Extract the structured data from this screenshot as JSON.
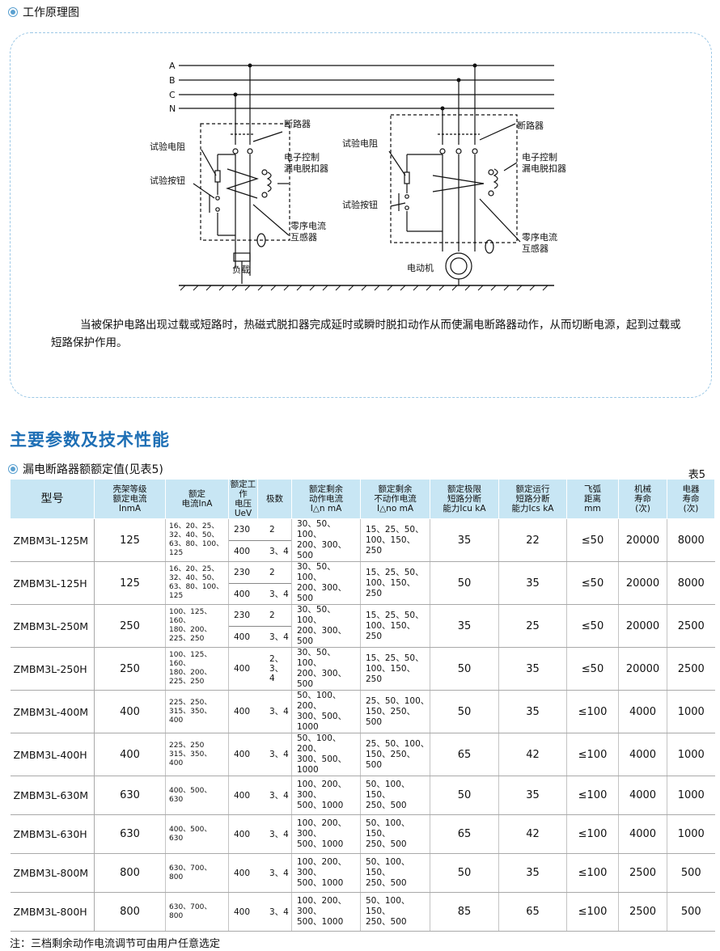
{
  "section1": {
    "title": "工作原理图"
  },
  "diagram": {
    "phases": [
      "A",
      "B",
      "C",
      "N"
    ],
    "left": {
      "breaker": "断路器",
      "test_resistor": "试验电阻",
      "test_button": "试验按钮",
      "release_line1": "电子控制",
      "release_line2": "漏电脱扣器",
      "ct_line1": "零序电流",
      "ct_line2": "互感器",
      "load": "负载"
    },
    "right": {
      "breaker": "断路器",
      "test_resistor": "试验电阻",
      "test_button": "试验按钮",
      "release_line1": "电子控制",
      "release_line2": "漏电脱扣器",
      "ct_line1": "零序电流",
      "ct_line2": "互感器",
      "motor": "电动机"
    }
  },
  "description": "当被保护电路出现过载或短路时，热磁式脱扣器完成延时或瞬时脱扣动作从而使漏电断路器动作，从而切断电源，起到过载或短路保护作用。",
  "main_title": "主要参数及技术性能",
  "table_section": {
    "title": "漏电断路器额额定值(见表5)",
    "label": "表5"
  },
  "headers": [
    "型号",
    "壳架等级\n额定电流\nInmA",
    "额定\n电流InA",
    "额定工作\n电压UeV",
    "极数",
    "额定剩余\n动作电流\nI△n mA",
    "额定剩余\n不动作电流\nI△no mA",
    "额定极限\n短路分断\n能力Icu kA",
    "额定运行\n短路分断\n能力Ics kA",
    "飞弧\n距离\nmm",
    "机械\n寿命\n(次)",
    "电器\n寿命\n(次)"
  ],
  "rows": [
    {
      "model": "ZMBM3L-125M",
      "frame": "125",
      "rated": "16、20、25、\n32、40、50、\n63、80、100、125",
      "voltages": [
        [
          "230",
          "2"
        ],
        [
          "400",
          "3、4"
        ]
      ],
      "res_op": "30、50、100、\n200、300、500",
      "res_nonop": "15、25、50、\n100、150、250",
      "icu": "35",
      "ics": "22",
      "arc": "≤50",
      "mech": "20000",
      "elec": "8000"
    },
    {
      "model": "ZMBM3L-125H",
      "frame": "125",
      "rated": "16、20、25、\n32、40、50、\n63、80、100、125",
      "voltages": [
        [
          "230",
          "2"
        ],
        [
          "400",
          "3、4"
        ]
      ],
      "res_op": "30、50、100、\n200、300、500",
      "res_nonop": "15、25、50、\n100、150、250",
      "icu": "50",
      "ics": "35",
      "arc": "≤50",
      "mech": "20000",
      "elec": "8000"
    },
    {
      "model": "ZMBM3L-250M",
      "frame": "250",
      "rated": "100、125、160、\n180、200、225、250",
      "voltages": [
        [
          "230",
          "2"
        ],
        [
          "400",
          "3、4"
        ]
      ],
      "res_op": "30、50、100、\n200、300、500",
      "res_nonop": "15、25、50、\n100、150、250",
      "icu": "35",
      "ics": "25",
      "arc": "≤50",
      "mech": "20000",
      "elec": "2500"
    },
    {
      "model": "ZMBM3L-250H",
      "frame": "250",
      "rated": "100、125、160、\n180、200、225、250",
      "voltages": [
        [
          "400",
          "2、3、\n4"
        ]
      ],
      "res_op": "30、50、100、\n200、300、500",
      "res_nonop": "15、25、50、\n100、150、250",
      "icu": "50",
      "ics": "35",
      "arc": "≤50",
      "mech": "20000",
      "elec": "2500"
    },
    {
      "model": "ZMBM3L-400M",
      "frame": "400",
      "rated": "225、250、\n315、350、\n400",
      "voltages": [
        [
          "400",
          "3、4"
        ]
      ],
      "res_op": "50、100、200、\n300、500、1000",
      "res_nonop": "25、50、100、\n150、250、500",
      "icu": "50",
      "ics": "35",
      "arc": "≤100",
      "mech": "4000",
      "elec": "1000"
    },
    {
      "model": "ZMBM3L-400H",
      "frame": "400",
      "rated": "225、250\n315、350、\n400",
      "voltages": [
        [
          "400",
          "3、4"
        ]
      ],
      "res_op": "50、100、200、\n300、500、1000",
      "res_nonop": "25、50、100、\n150、250、500",
      "icu": "65",
      "ics": "42",
      "arc": "≤100",
      "mech": "4000",
      "elec": "1000"
    },
    {
      "model": "ZMBM3L-630M",
      "frame": "630",
      "rated": "400、500、\n630",
      "voltages": [
        [
          "400",
          "3、4"
        ]
      ],
      "res_op": "100、200、300、\n500、1000",
      "res_nonop": "50、100、150、\n250、500",
      "icu": "50",
      "ics": "35",
      "arc": "≤100",
      "mech": "4000",
      "elec": "1000"
    },
    {
      "model": "ZMBM3L-630H",
      "frame": "630",
      "rated": "400、500、\n630",
      "voltages": [
        [
          "400",
          "3、4"
        ]
      ],
      "res_op": "100、200、300、\n500、1000",
      "res_nonop": "50、100、150、\n250、500",
      "icu": "65",
      "ics": "42",
      "arc": "≤100",
      "mech": "4000",
      "elec": "1000"
    },
    {
      "model": "ZMBM3L-800M",
      "frame": "800",
      "rated": "630、700、\n800",
      "voltages": [
        [
          "400",
          "3、4"
        ]
      ],
      "res_op": "100、200、300、\n500、1000",
      "res_nonop": "50、100、150、\n250、500",
      "icu": "50",
      "ics": "35",
      "arc": "≤100",
      "mech": "2500",
      "elec": "500"
    },
    {
      "model": "ZMBM3L-800H",
      "frame": "800",
      "rated": "630、700、\n800",
      "voltages": [
        [
          "400",
          "3、4"
        ]
      ],
      "res_op": "100、200、300、\n500、1000",
      "res_nonop": "50、100、150、\n250、500",
      "icu": "85",
      "ics": "65",
      "arc": "≤100",
      "mech": "2500",
      "elec": "500"
    }
  ],
  "note": "注：三档剩余动作电流调节可由用户任意选定"
}
